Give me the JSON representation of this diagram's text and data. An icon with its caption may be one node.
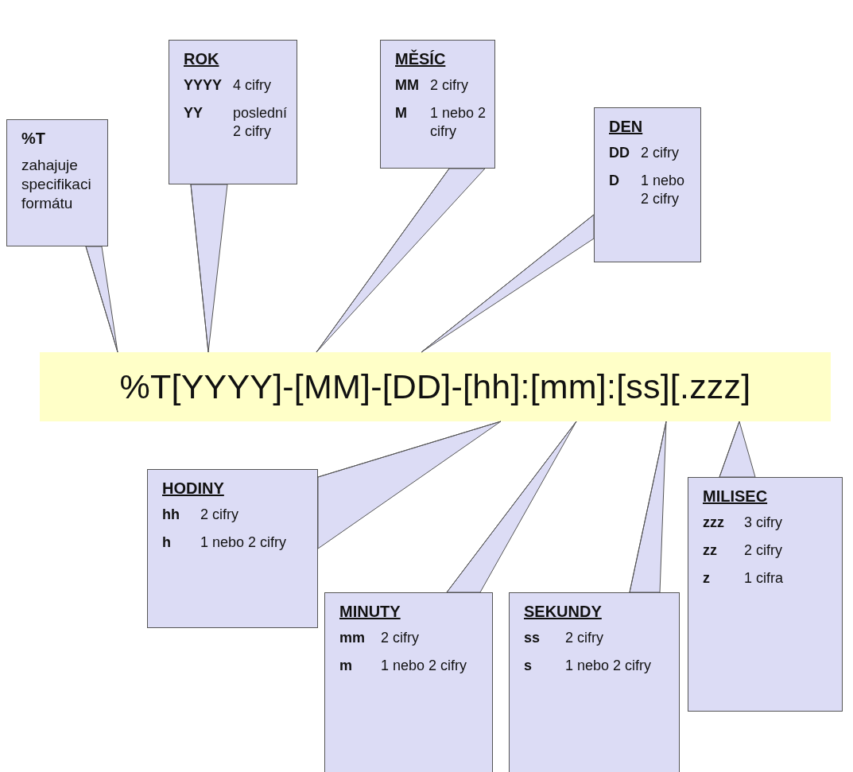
{
  "diagram": {
    "nodes": [
      {
        "text": [
          "%T",
          "zahajuje specifikaci formátu"
        ]
      },
      {
        "text": [
          "ROK",
          "YYYY",
          "4 cifry",
          "YY",
          "poslední 2 cifry"
        ]
      },
      {
        "text": [
          "MĚSÍC",
          "MM",
          "2 cifry",
          "M",
          "1 nebo 2 cifry"
        ]
      },
      {
        "text": [
          "DEN",
          "DD",
          "2 cifry",
          "D",
          "1 nebo 2 cifry"
        ]
      },
      {
        "text": [
          "%T[YYYY]-[MM]-[DD]-[hh]:[mm]:[ss][.zzz]"
        ]
      },
      {
        "text": [
          "HODINY",
          "hh",
          "2 cifry",
          "h",
          "1 nebo 2 cifry"
        ]
      },
      {
        "text": [
          "MINUTY",
          "mm",
          "2 cifry",
          "m",
          "1 nebo 2 cifry"
        ]
      },
      {
        "text": [
          "SEKUNDY",
          "ss",
          "2 cifry",
          "s",
          "1 nebo 2 cifry"
        ]
      },
      {
        "text": [
          "MILISEC",
          "zzz",
          "3 cifry",
          "zz",
          "2 cifry",
          "z",
          "1 cifra"
        ]
      }
    ],
    "edges": [
      {
        "from": 0,
        "to": 4,
        "arrow": "none"
      },
      {
        "from": 1,
        "to": 4,
        "arrow": "none"
      },
      {
        "from": 2,
        "to": 4,
        "arrow": "none"
      },
      {
        "from": 3,
        "to": 4,
        "arrow": "none"
      },
      {
        "from": 5,
        "to": 4,
        "arrow": "none"
      },
      {
        "from": 6,
        "to": 4,
        "arrow": "none"
      },
      {
        "from": 7,
        "to": 4,
        "arrow": "none"
      },
      {
        "from": 8,
        "to": 4,
        "arrow": "none"
      }
    ]
  }
}
